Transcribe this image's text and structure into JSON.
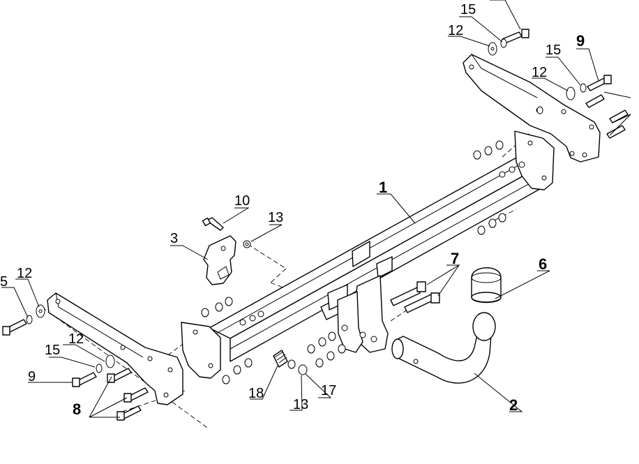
{
  "callouts": [
    {
      "id": "c1",
      "text": "1"
    },
    {
      "id": "c2",
      "text": "2"
    },
    {
      "id": "c3",
      "text": "3"
    },
    {
      "id": "c5",
      "text": "5"
    },
    {
      "id": "c6",
      "text": "6"
    },
    {
      "id": "c7",
      "text": "7"
    },
    {
      "id": "c8",
      "text": "8"
    },
    {
      "id": "c9a",
      "text": "9"
    },
    {
      "id": "c9b",
      "text": "9"
    },
    {
      "id": "c10",
      "text": "10"
    },
    {
      "id": "c12a",
      "text": "12"
    },
    {
      "id": "c12b",
      "text": "12"
    },
    {
      "id": "c12c",
      "text": "12"
    },
    {
      "id": "c12d",
      "text": "12"
    },
    {
      "id": "c13a",
      "text": "13"
    },
    {
      "id": "c13b",
      "text": "13"
    },
    {
      "id": "c15a",
      "text": "15"
    },
    {
      "id": "c15b",
      "text": "15"
    },
    {
      "id": "c15c",
      "text": "15"
    },
    {
      "id": "c17",
      "text": "17"
    },
    {
      "id": "c18",
      "text": "18"
    }
  ]
}
